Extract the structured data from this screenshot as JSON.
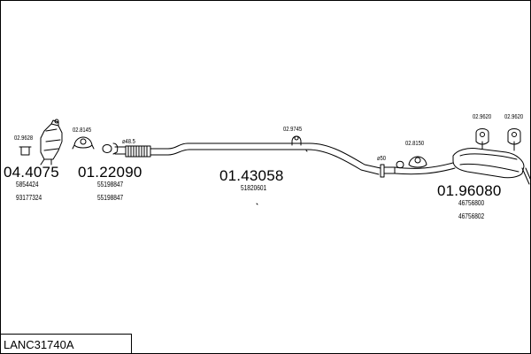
{
  "parts": {
    "catalyst": {
      "number": "04.4075",
      "refs": [
        "5854424",
        "93177324"
      ]
    },
    "front_pipe": {
      "number": "01.22090",
      "refs": [
        "55198847",
        "55198847"
      ]
    },
    "center_pipe": {
      "number": "01.43058",
      "refs": [
        "51820601"
      ]
    },
    "rear_silencer": {
      "number": "01.96080",
      "refs": [
        "46756800",
        "46756802"
      ]
    }
  },
  "mounts": {
    "m1": "02.9628",
    "m2": "02.8145",
    "m3": "02.9745",
    "m4": "02.8150",
    "m5": "02.9620",
    "m6": "02.9620"
  },
  "dims": {
    "d1": "⌀48.5",
    "d2": "⌀50"
  },
  "set_code": "LANC31740A"
}
